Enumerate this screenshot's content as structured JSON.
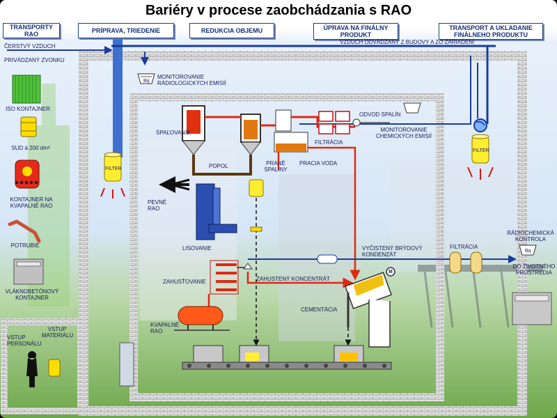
{
  "title": "Bariéry v procese zaobchádzania s RAO",
  "headers": {
    "transport": "TRANSPORTY RAO",
    "priprava": "PRÍPRAVA, TRIEDENIE",
    "redukcia": "REDUKCIA OBJEMU",
    "uprava": "ÚPRAVA NA FINÁLNY PRODUKT",
    "ukladanie": "TRANSPORT A UKLADANIE FINÁLNEHO PRODUKTU"
  },
  "labels": {
    "fresh_air": "ČERSTVÝ VZDUCH",
    "supplied_air": "PRIVÁDZANÝ ZVONKU",
    "exhaust_air": "VZDUCH ODVÁDZANÝ Z BUDOVY A ZO ZARIADENÍ",
    "iso": "ISO KONTAJNER",
    "sud": "SUD á 200 dm³",
    "kontajner_kvapalne": "KONTAJNER NA KVAPALNÉ RAO",
    "potrubie": "POTRUBIE",
    "vlakno": "VLÁKNOBETÓNOVÝ KONTAJNER",
    "vstup_personalu": "VSTUP PERSONÁLU",
    "vstup_materialu": "VSTUP MATERIÁLU",
    "monitor_rad": "MONITOROVANIE RÁDIOLOGICKÝCH EMISIÍ",
    "spalovanie": "SPAĽOVANIE",
    "popol": "POPOL",
    "prane_spaliny": "PRANÉ SPALINY",
    "pracia_voda": "PRACIA VODA",
    "filtracia_top": "FILTRÁCIA",
    "odvod_spalin": "ODVOD SPALÍN",
    "monitor_chem": "MONITOROVANIE CHEMICKÝCH EMISIÍ",
    "pevne_rao": "PEVNÉ RAO",
    "lisovanie": "LISOVANIE",
    "zahustovanie": "ZAHUSŤOVANIE",
    "kvapalne_rao": "KVAPALNÉ RAO",
    "zahusteny": "ZAHUSTENÝ KONCENTRÁT",
    "vycisteny": "VYČISTENÝ BRÝDOVÝ KONDENZÁT",
    "filtracia_right": "FILTRÁCIA",
    "radiochem": "RÁDIOCHEMICKÁ KONTROLA",
    "do_zivotneho": "DO ŽIVOTNÉHO PROSTREDIA",
    "cementacia": "CEMENTÁCIA",
    "filter": "FILTER",
    "bq": "Bq",
    "m": "M"
  },
  "colors": {
    "air_blue": "#1a3c9e",
    "process_red": "#e02810",
    "header_text": "#14307a",
    "brick": "#c8c8c8"
  }
}
